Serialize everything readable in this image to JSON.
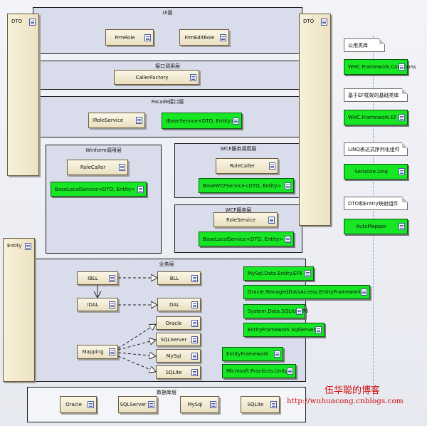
{
  "layers": {
    "ui": "UI层",
    "api": "接口调用层",
    "facade": "Facade接口层",
    "winform": "Winform调用层",
    "wcf_call": "WCF服务调用层",
    "wcf": "WCF服务层",
    "business": "业务层",
    "db": "数据库层"
  },
  "side": {
    "dto_left": "DTO",
    "dto_right": "DTO",
    "entity": "Entity"
  },
  "classes": {
    "frm_role": "FrmRole",
    "frm_edit_role": "FrmEditRole",
    "caller_factory": "CallerFactory",
    "irole_service": "IRoleService",
    "base_service": "IBaseService<DTO, Entity>",
    "role_caller_winform": "RoleCaller",
    "base_local_service_winform": "BaseLocalService<DTO, Entity>",
    "role_caller_wcf": "RoleCaller",
    "base_wcf_service": "BaseWCFService<DTO, Entity>",
    "role_service": "RoleService",
    "base_local_service_wcf": "BaseLocalService<DTO, Entity>",
    "ibll": "IBLL",
    "bll": "BLL",
    "idal": "IDAL",
    "dal": "DAL",
    "mapping": "Mapping",
    "oracle": "Oracle",
    "sqlserver": "SQLServer",
    "mysql": "MySql",
    "sqlite": "SQLite",
    "db_oracle": "Oracle",
    "db_sqlserver": "SQLServer",
    "db_mysql": "MySql",
    "db_sqlite": "SQLite"
  },
  "packages": {
    "mysql_ef": "MySql.Data.Entity.EF6",
    "oracle_ef": "Oracle.ManagedDataAccess.EntityFramework",
    "sqlite_ef": "System.Data.SQLite.EF6",
    "sqlserver_ef": "EntityFramework.SqlServer",
    "entity_framework": "EntityFramework",
    "unity": "Microsoft.Practices.Unity"
  },
  "legend": [
    {
      "note": "公用类库",
      "item": "WHC.Framework.Commons"
    },
    {
      "note": "基于EF框架的基础类库",
      "item": "WHC.Framework.EF"
    },
    {
      "note": "LINQ表达式序列化组件",
      "item": "Serialize.Linq"
    },
    {
      "note": "DTO和Entity映射组件",
      "item": "AutoMapper"
    }
  ],
  "brand": {
    "title": "伍华聪的博客",
    "url": "http://wuhuacong.cnblogs.com"
  },
  "colors": {
    "package_green": "#17e624",
    "layer_fill": "#d9ddeb",
    "brand_red": "#d01010"
  }
}
